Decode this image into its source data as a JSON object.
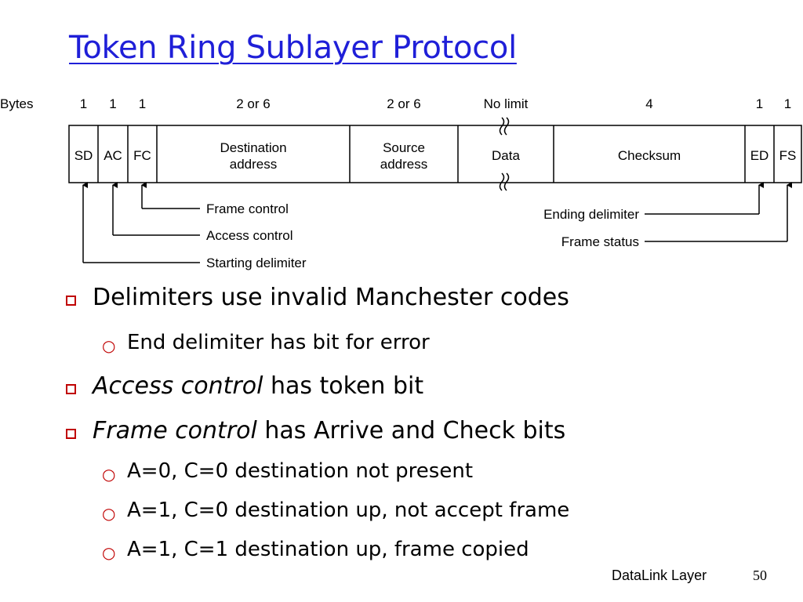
{
  "title": "Token Ring Sublayer Protocol",
  "diagram": {
    "bytes_label": "Bytes",
    "fields": [
      {
        "abbr": "SD",
        "size": "1",
        "full": "Starting delimiter"
      },
      {
        "abbr": "AC",
        "size": "1",
        "full": "Access control"
      },
      {
        "abbr": "FC",
        "size": "1",
        "full": "Frame control"
      },
      {
        "line1": "Destination",
        "line2": "address",
        "size": "2 or 6"
      },
      {
        "line1": "Source",
        "line2": "address",
        "size": "2 or 6"
      },
      {
        "line1": "Data",
        "size": "No limit"
      },
      {
        "line1": "Checksum",
        "size": "4"
      },
      {
        "abbr": "ED",
        "size": "1",
        "full": "Ending delimiter"
      },
      {
        "abbr": "FS",
        "size": "1",
        "full": "Frame status"
      }
    ]
  },
  "bullets": [
    {
      "level": 1,
      "parts": [
        {
          "text": "Delimiters use invalid Manchester codes",
          "italic": false
        }
      ]
    },
    {
      "level": 2,
      "parts": [
        {
          "text": "End delimiter has bit for error",
          "italic": false
        }
      ]
    },
    {
      "level": 1,
      "parts": [
        {
          "text": "Access control",
          "italic": true
        },
        {
          "text": " has token bit",
          "italic": false
        }
      ]
    },
    {
      "level": 1,
      "parts": [
        {
          "text": "Frame control",
          "italic": true
        },
        {
          "text": " has Arrive and Check bits",
          "italic": false
        }
      ]
    },
    {
      "level": 2,
      "parts": [
        {
          "text": "A=0, C=0 destination not present",
          "italic": false
        }
      ]
    },
    {
      "level": 2,
      "parts": [
        {
          "text": "A=1, C=0 destination up, not accept frame",
          "italic": false
        }
      ]
    },
    {
      "level": 2,
      "parts": [
        {
          "text": "A=1, C=1 destination up, frame copied",
          "italic": false
        }
      ]
    }
  ],
  "footer": {
    "label": "DataLink Layer",
    "page": "50"
  }
}
